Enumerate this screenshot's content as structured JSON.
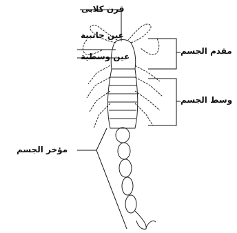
{
  "labels": {
    "chelicera": "قرن كلابى",
    "lateral_eye": "عين جانبية",
    "median_eye": "عين وسطية",
    "prosoma": "مقدم الجسم",
    "mesosoma": "وسط الجسم",
    "metasoma": "مؤخر الجسم"
  },
  "colors": {
    "line": "#111111",
    "background": "#ffffff"
  }
}
